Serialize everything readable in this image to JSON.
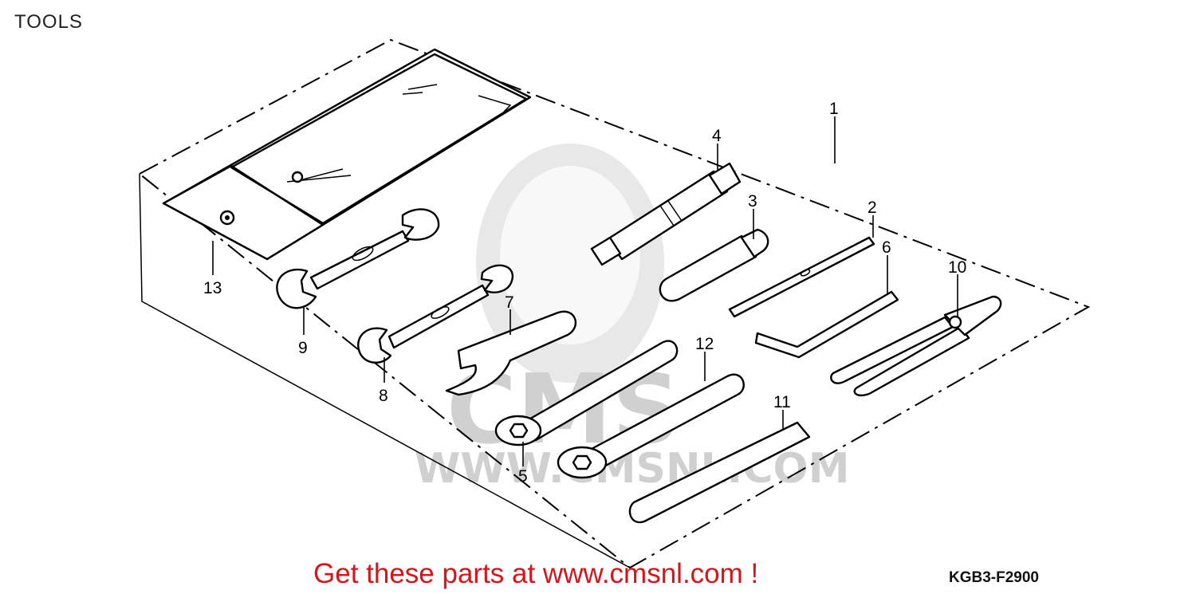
{
  "title": "TOOLS",
  "footer": {
    "link_text": "Get these parts at www.cmsnl.com !",
    "color": "#d8141a"
  },
  "drawing_code": "KGB3-F2900",
  "watermark": {
    "letters": "CMS",
    "url": "WWW.CMSNL.COM"
  },
  "callouts": [
    "1",
    "2",
    "3",
    "4",
    "5",
    "6",
    "7",
    "8",
    "9",
    "10",
    "11",
    "12",
    "13"
  ],
  "parts": [
    {
      "ref": "1",
      "item": "tool-set-boundary"
    },
    {
      "ref": "2",
      "item": "screwdriver-bit"
    },
    {
      "ref": "3",
      "item": "screwdriver-handle"
    },
    {
      "ref": "4",
      "item": "plug-wrench"
    },
    {
      "ref": "5",
      "item": "box-wrench-small"
    },
    {
      "ref": "6",
      "item": "hex-key"
    },
    {
      "ref": "7",
      "item": "pin-spanner"
    },
    {
      "ref": "8",
      "item": "open-end-wrench-small"
    },
    {
      "ref": "9",
      "item": "open-end-wrench-large"
    },
    {
      "ref": "10",
      "item": "pliers"
    },
    {
      "ref": "11",
      "item": "extension-bar"
    },
    {
      "ref": "12",
      "item": "box-wrench-large"
    },
    {
      "ref": "13",
      "item": "tool-bag"
    }
  ]
}
